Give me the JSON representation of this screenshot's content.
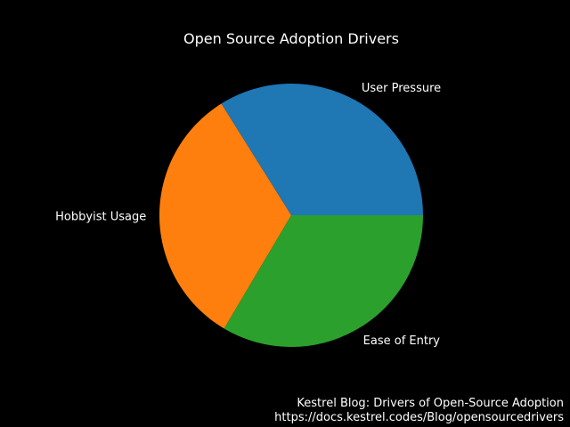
{
  "chart_data": {
    "type": "pie",
    "title": "Open Source Adoption Drivers",
    "slices": [
      {
        "label": "User Pressure",
        "value": 33.9,
        "color": "#1f77b4"
      },
      {
        "label": "Hobbyist Usage",
        "value": 32.6,
        "color": "#ff7f0e"
      },
      {
        "label": "Ease of Entry",
        "value": 33.5,
        "color": "#2ca02c"
      }
    ],
    "start_angle_deg": 0,
    "direction": "counterclockwise",
    "background": "#000000"
  },
  "source": {
    "title": "Kestrel Blog: Drivers of Open-Source Adoption",
    "url": "https://docs.kestrel.codes/Blog/opensourcedrivers"
  }
}
